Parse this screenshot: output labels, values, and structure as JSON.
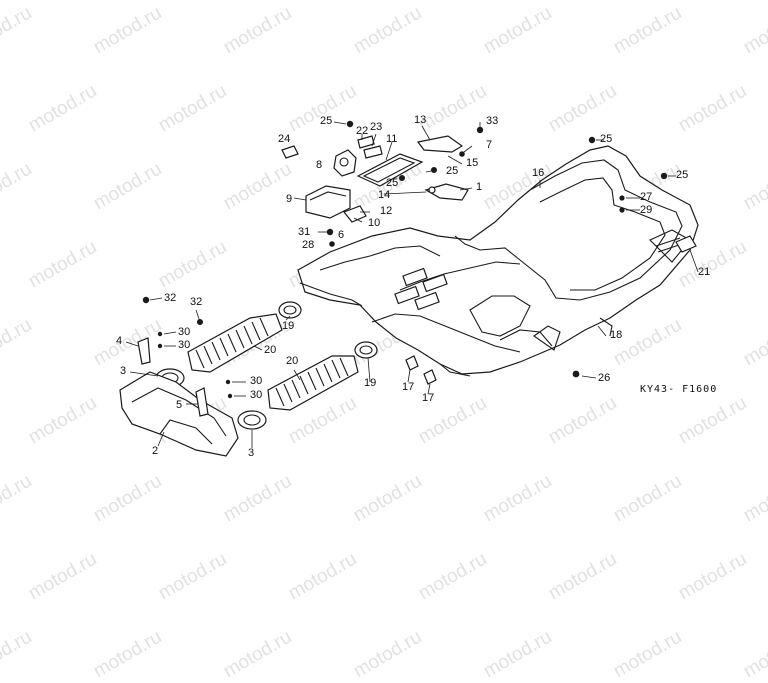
{
  "watermark": "motod.ru",
  "diagram_code": "KY43- F1600",
  "callouts": [
    {
      "id": "25a",
      "label": "25"
    },
    {
      "id": "22",
      "label": "22"
    },
    {
      "id": "23",
      "label": "23"
    },
    {
      "id": "11",
      "label": "11"
    },
    {
      "id": "13",
      "label": "13"
    },
    {
      "id": "33",
      "label": "33"
    },
    {
      "id": "7",
      "label": "7"
    },
    {
      "id": "15",
      "label": "15"
    },
    {
      "id": "25b",
      "label": "25"
    },
    {
      "id": "25c",
      "label": "25"
    },
    {
      "id": "1",
      "label": "1"
    },
    {
      "id": "14",
      "label": "14"
    },
    {
      "id": "24",
      "label": "24"
    },
    {
      "id": "8",
      "label": "8"
    },
    {
      "id": "9",
      "label": "9"
    },
    {
      "id": "12",
      "label": "12"
    },
    {
      "id": "10",
      "label": "10"
    },
    {
      "id": "6",
      "label": "6"
    },
    {
      "id": "31",
      "label": "31"
    },
    {
      "id": "28",
      "label": "28"
    },
    {
      "id": "16",
      "label": "16"
    },
    {
      "id": "25d",
      "label": "25"
    },
    {
      "id": "25e",
      "label": "25"
    },
    {
      "id": "27",
      "label": "27"
    },
    {
      "id": "29",
      "label": "29"
    },
    {
      "id": "21",
      "label": "21"
    },
    {
      "id": "18",
      "label": "18"
    },
    {
      "id": "26",
      "label": "26"
    },
    {
      "id": "32a",
      "label": "32"
    },
    {
      "id": "32b",
      "label": "32"
    },
    {
      "id": "19a",
      "label": "19"
    },
    {
      "id": "30a",
      "label": "30"
    },
    {
      "id": "30b",
      "label": "30"
    },
    {
      "id": "4",
      "label": "4"
    },
    {
      "id": "20a",
      "label": "20"
    },
    {
      "id": "3a",
      "label": "3"
    },
    {
      "id": "20b",
      "label": "20"
    },
    {
      "id": "19b",
      "label": "19"
    },
    {
      "id": "17a",
      "label": "17"
    },
    {
      "id": "17b",
      "label": "17"
    },
    {
      "id": "30c",
      "label": "30"
    },
    {
      "id": "30d",
      "label": "30"
    },
    {
      "id": "5",
      "label": "5"
    },
    {
      "id": "2",
      "label": "2"
    },
    {
      "id": "3b",
      "label": "3"
    }
  ]
}
